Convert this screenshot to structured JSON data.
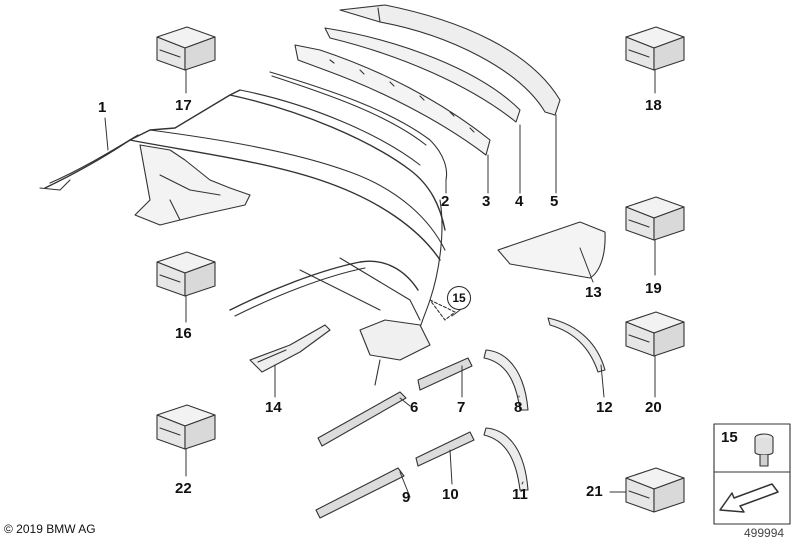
{
  "callouts": [
    {
      "id": "1",
      "label": "1"
    },
    {
      "id": "2",
      "label": "2"
    },
    {
      "id": "3",
      "label": "3"
    },
    {
      "id": "4",
      "label": "4"
    },
    {
      "id": "5",
      "label": "5"
    },
    {
      "id": "6",
      "label": "6"
    },
    {
      "id": "7",
      "label": "7"
    },
    {
      "id": "8",
      "label": "8"
    },
    {
      "id": "9",
      "label": "9"
    },
    {
      "id": "10",
      "label": "10"
    },
    {
      "id": "11",
      "label": "11"
    },
    {
      "id": "12",
      "label": "12"
    },
    {
      "id": "13",
      "label": "13"
    },
    {
      "id": "14",
      "label": "14"
    },
    {
      "id": "15",
      "label": "15"
    },
    {
      "id": "16",
      "label": "16"
    },
    {
      "id": "17",
      "label": "17"
    },
    {
      "id": "18",
      "label": "18"
    },
    {
      "id": "19",
      "label": "19"
    },
    {
      "id": "20",
      "label": "20"
    },
    {
      "id": "21",
      "label": "21"
    },
    {
      "id": "22",
      "label": "22"
    }
  ],
  "legend": {
    "part_number": "15"
  },
  "footer": {
    "copyright": "© 2019 BMW AG",
    "diagram_id": "499994"
  }
}
